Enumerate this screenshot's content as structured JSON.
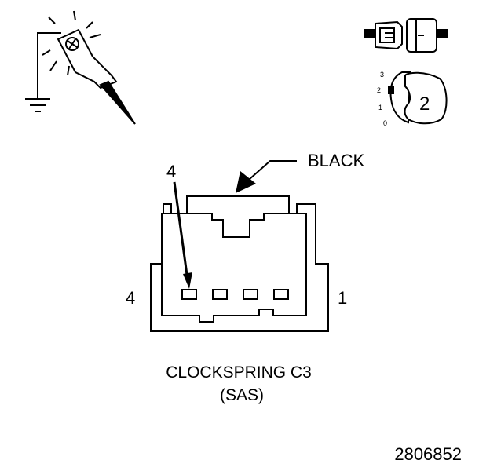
{
  "connector_color_label": "BLACK",
  "pointer_pin_label": "4",
  "left_pin_label": "4",
  "right_pin_label": "1",
  "caption_line1": "CLOCKSPRING C3",
  "caption_line2": "(SAS)",
  "figure_number": "2806852",
  "key_position_label": "2",
  "key_scale": [
    "3",
    "2",
    "1",
    "0"
  ]
}
